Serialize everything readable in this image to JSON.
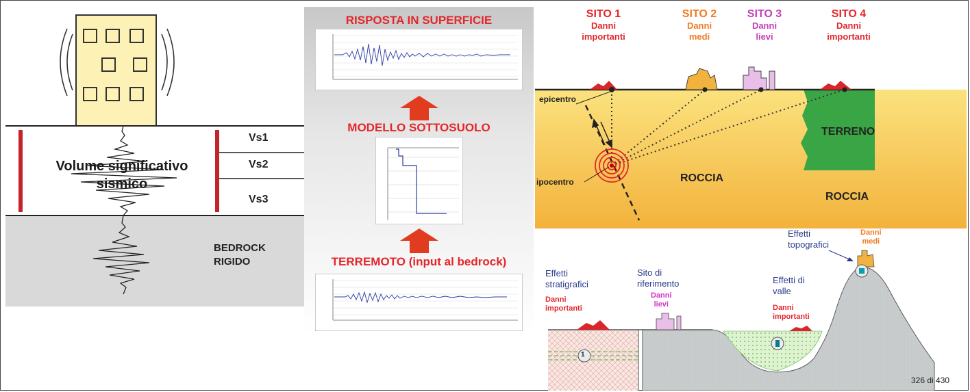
{
  "left": {
    "layers": [
      "Vs1",
      "Vs2",
      "Vs3"
    ],
    "volume_label_1": "Volume significativo",
    "volume_label_2": "sismico",
    "bedrock_1": "BEDROCK",
    "bedrock_2": "RIGIDO"
  },
  "middle": {
    "top_title": "RISPOSTA IN SUPERFICIE",
    "mid_title": "MODELLO SOTTOSUOLO",
    "bottom_title": "TERREMOTO (input al bedrock)"
  },
  "right_top": {
    "sites": [
      {
        "title": "SITO 1",
        "line1": "Danni",
        "line2": "importanti",
        "color": "#e4262b"
      },
      {
        "title": "SITO 2",
        "line1": "Danni",
        "line2": "medi",
        "color": "#f07a22"
      },
      {
        "title": "SITO 3",
        "line1": "Danni",
        "line2": "lievi",
        "color": "#c23fb8"
      },
      {
        "title": "SITO 4",
        "line1": "Danni",
        "line2": "importanti",
        "color": "#e4262b"
      }
    ],
    "epicentro": "epicentro",
    "ipocentro": "ipocentro",
    "roccia": "ROCCIA",
    "terreno": "TERRENO",
    "roccia2": "ROCCIA"
  },
  "right_bottom": {
    "effetti_strat_1": "Effetti",
    "effetti_strat_2": "stratigrafici",
    "danni_imp_1": "Danni",
    "danni_imp_2": "importanti",
    "sito_rif_1": "Sito di",
    "sito_rif_2": "riferimento",
    "danni_lievi_1": "Danni",
    "danni_lievi_2": "lievi",
    "effetti_valle_1": "Effetti di",
    "effetti_valle_2": "valle",
    "danni_imp2_1": "Danni",
    "danni_imp2_2": "importanti",
    "effetti_topo_1": "Effetti",
    "effetti_topo_2": "topografici",
    "danni_medi_1": "Danni",
    "danni_medi_2": "medi",
    "marker_1": "1"
  },
  "page_number": "326 di 430",
  "colors": {
    "accent_red": "#e4262b",
    "rock_yellow": "#f5cf64",
    "soil_green": "#3aa545",
    "bedrock_gray": "#d8d8d8"
  }
}
